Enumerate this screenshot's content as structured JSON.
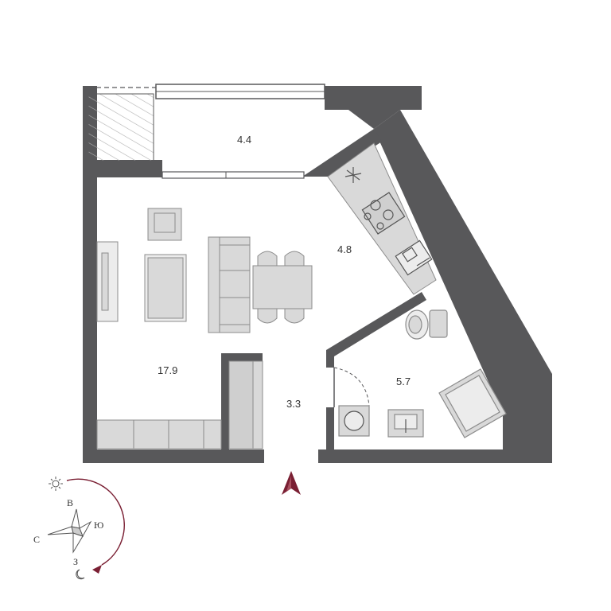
{
  "rooms": {
    "balcony_area": "4.4",
    "kitchen_area": "4.8",
    "living_area": "17.9",
    "hall_area": "3.3",
    "bathroom_area": "5.7"
  },
  "compass": {
    "east": "В",
    "south": "Ю",
    "north": "С",
    "west": "З",
    "sun_icon": "sun-icon",
    "moon_icon": "moon-icon"
  },
  "colors": {
    "wall": "#58585a",
    "furniture_fill": "#d9d9d9",
    "furniture_stroke": "#8c8c8c",
    "accent": "#7a1f33"
  }
}
